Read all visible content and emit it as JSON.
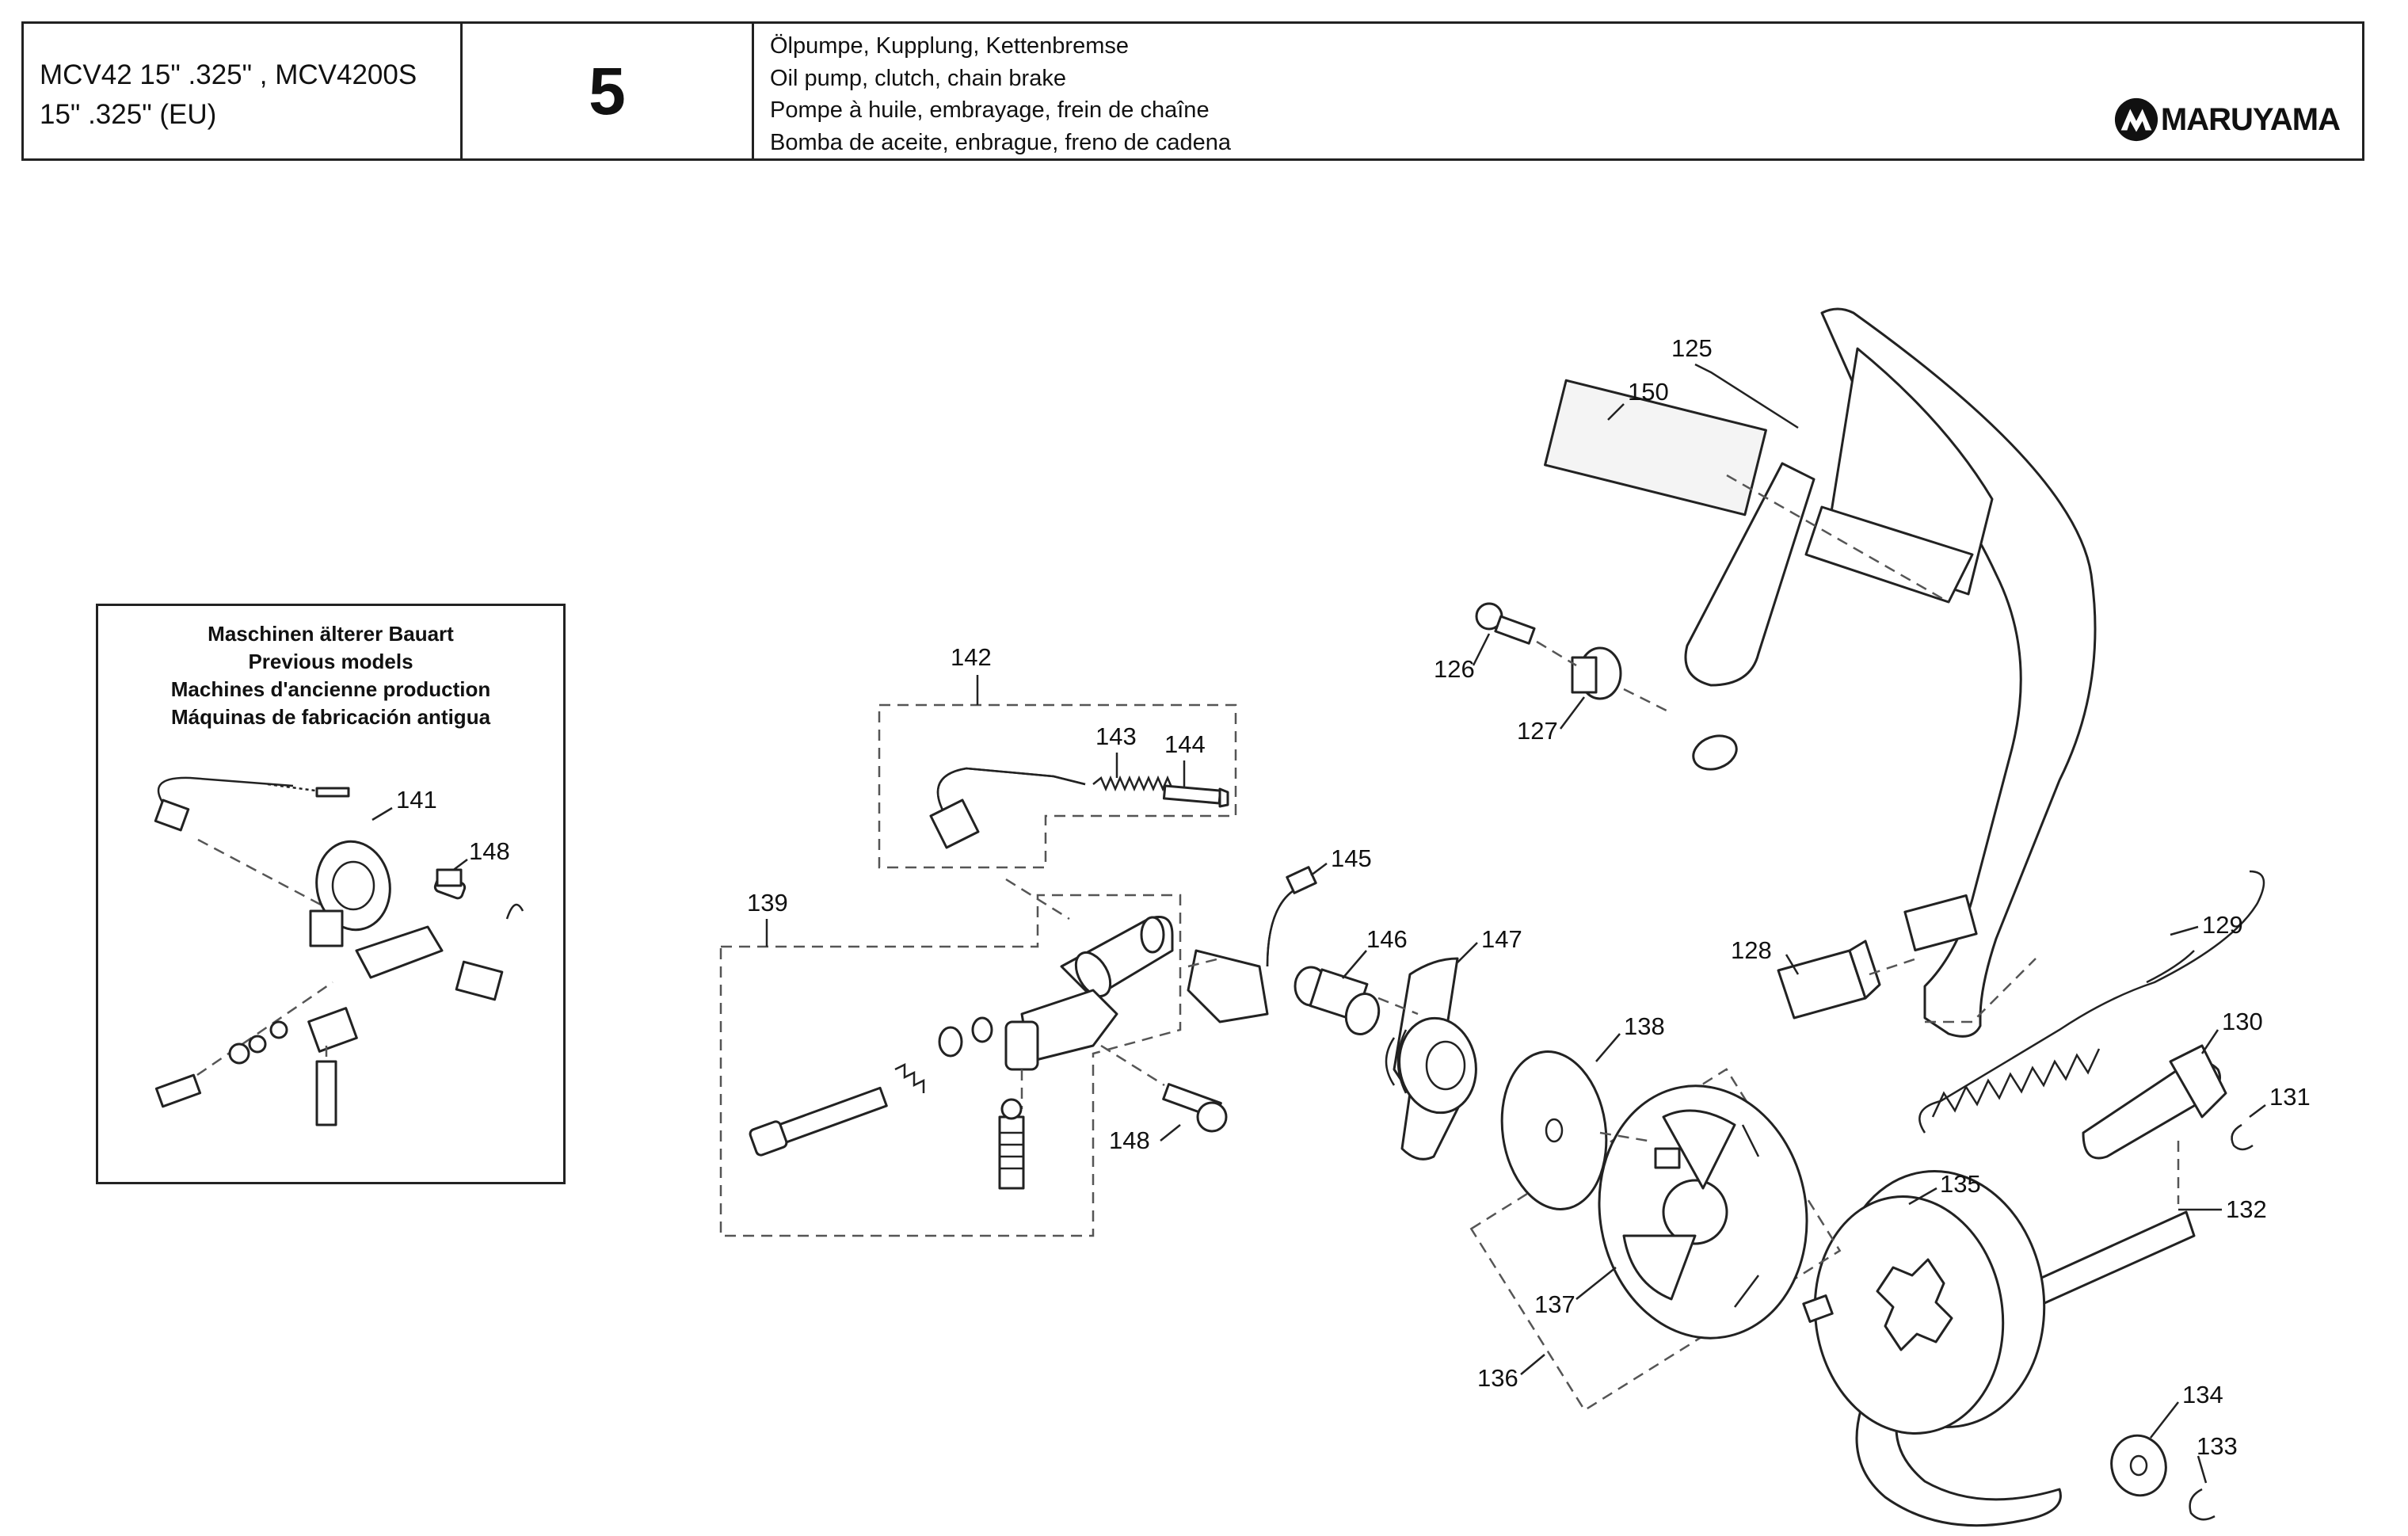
{
  "header": {
    "model_line1": "MCV42 15\" .325\" , MCV4200S",
    "model_line2": "15\" .325\" (EU)",
    "page_number": "5",
    "title_de": "Ölpumpe, Kupplung, Kettenbremse",
    "title_en": "Oil pump, clutch, chain brake",
    "title_fr": "Pompe à huile, embrayage, frein de chaîne",
    "title_es": "Bomba de aceite, enbrague, freno de cadena",
    "brand": "MARUYAMA"
  },
  "inset": {
    "line1": "Maschinen älterer Bauart",
    "line2": "Previous models",
    "line3": "Machines d'ancienne production",
    "line4": "Máquinas de fabricación antigua",
    "labels": {
      "p141": "141",
      "p148": "148"
    }
  },
  "parts": {
    "p125": "125",
    "p126": "126",
    "p127": "127",
    "p128": "128",
    "p129": "129",
    "p130": "130",
    "p131": "131",
    "p132": "132",
    "p133": "133",
    "p134": "134",
    "p135": "135",
    "p136": "136",
    "p137": "137",
    "p138": "138",
    "p139": "139",
    "p142": "142",
    "p143": "143",
    "p144": "144",
    "p145": "145",
    "p146": "146",
    "p147": "147",
    "p148": "148",
    "p150": "150"
  }
}
